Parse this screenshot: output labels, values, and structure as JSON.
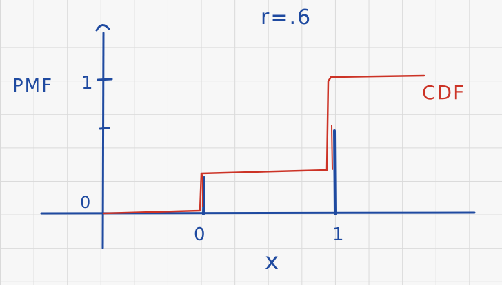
{
  "title": "r=.6",
  "y_axis_label": "PMF",
  "y_tick_top": "1",
  "y_tick_bottom": "0",
  "x_tick_left": "0",
  "x_tick_right": "1",
  "x_axis_label": "x",
  "cdf_label": "CDF",
  "colors": {
    "axis_ink": "#1f4aa0",
    "cdf_ink": "#cc3326",
    "grid": "#dadada",
    "paper": "#f7f7f7"
  }
}
